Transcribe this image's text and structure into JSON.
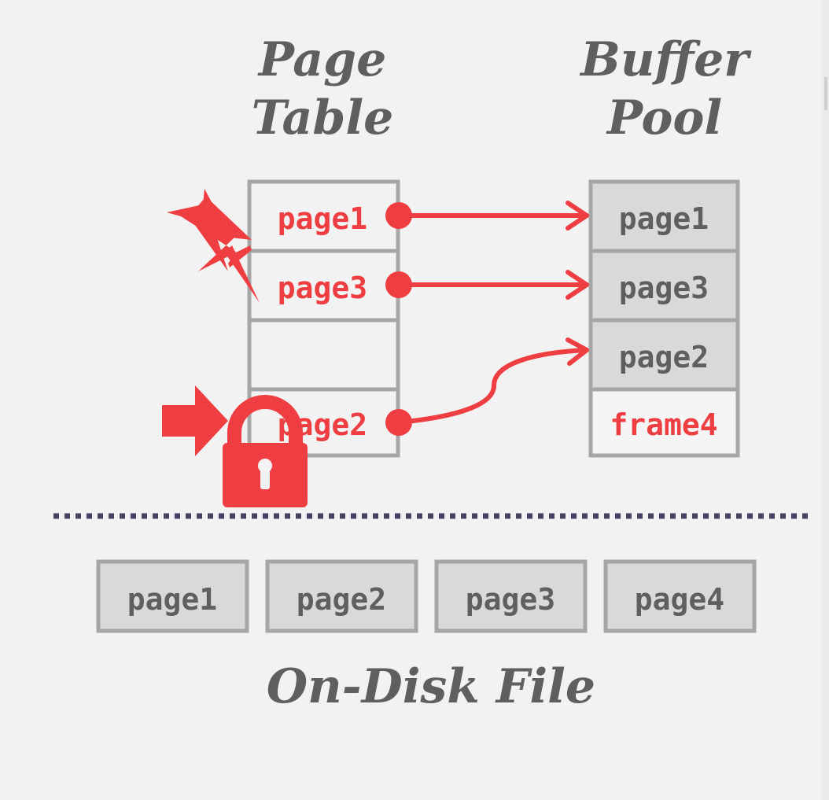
{
  "titles": {
    "page_table": [
      "Page",
      "Table"
    ],
    "buffer_pool": [
      "Buffer",
      "Pool"
    ],
    "disk": "On-Disk File"
  },
  "page_table": {
    "rows": [
      "page1",
      "page3",
      "",
      "page2"
    ]
  },
  "buffer_pool": {
    "frames": [
      {
        "label": "page1",
        "occupied": true
      },
      {
        "label": "page3",
        "occupied": true
      },
      {
        "label": "page2",
        "occupied": true
      },
      {
        "label": "frame4",
        "occupied": false
      }
    ]
  },
  "disk_pages": [
    "page1",
    "page2",
    "page3",
    "page4"
  ],
  "icons": [
    "pin-icon",
    "arrow-right-icon",
    "lock-icon"
  ],
  "colors": {
    "accent": "#ef3e42",
    "border": "#a6a6a6",
    "filled": "#d9d9d9",
    "text": "#5f5f5f",
    "divider": "#444466"
  }
}
